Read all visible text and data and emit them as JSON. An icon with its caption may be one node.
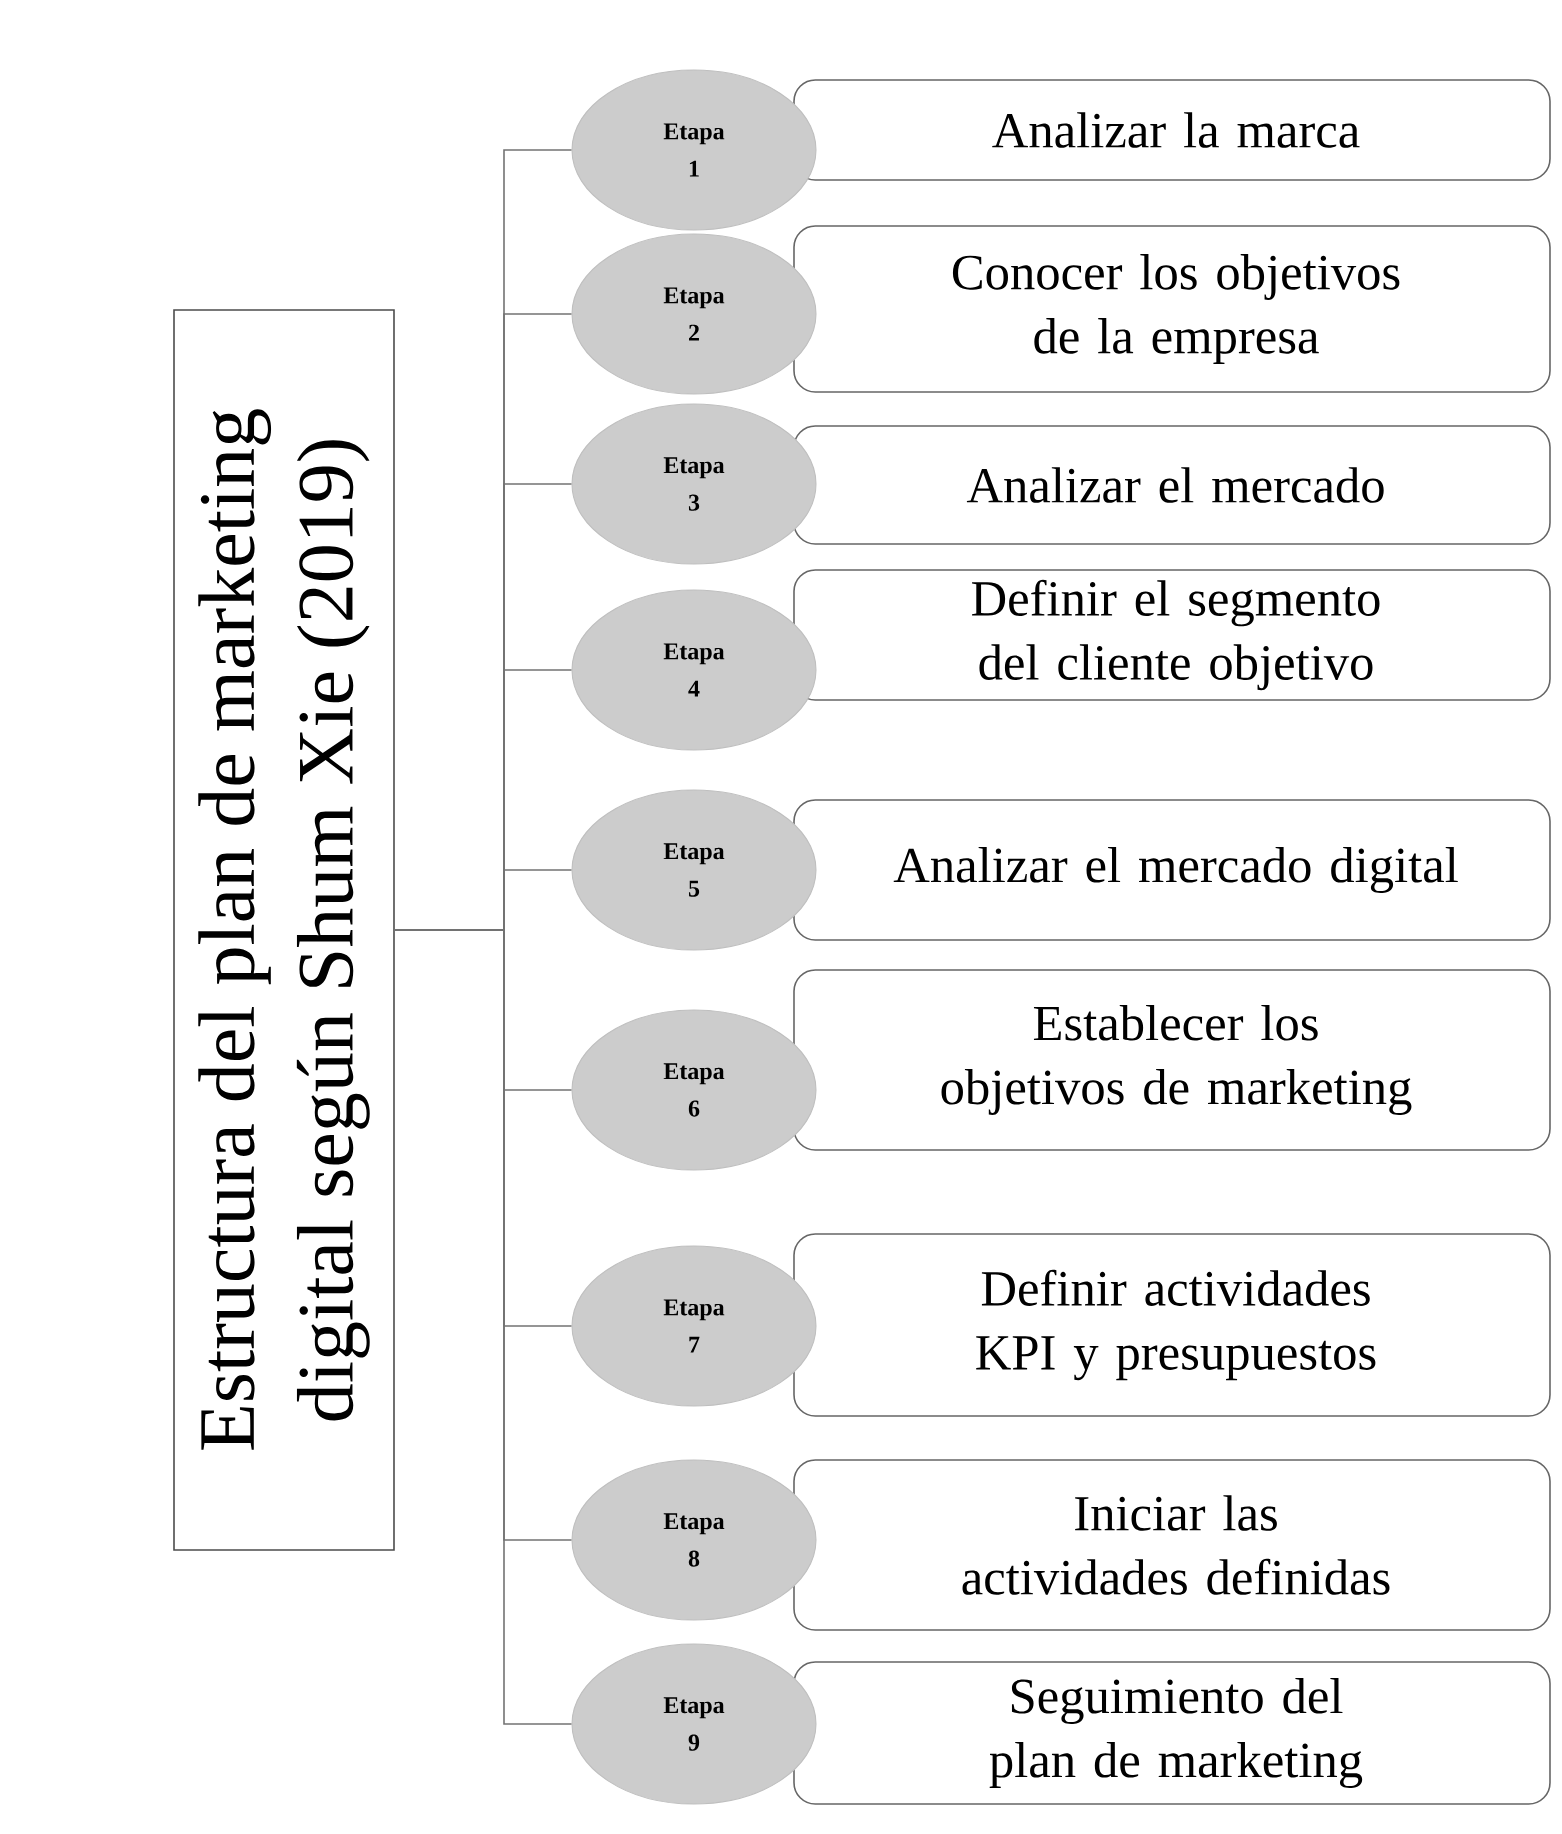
{
  "diagram": {
    "nodes": [
      {
        "text": [
          "Estructura del plan de marketing digital según Shum Xie (2019)"
        ]
      },
      {
        "text": [
          "Etapa 1"
        ]
      },
      {
        "text": [
          "Analizar la marca"
        ]
      },
      {
        "text": [
          "Etapa 2"
        ]
      },
      {
        "text": [
          "Conocer los objetivos de la empresa"
        ]
      },
      {
        "text": [
          "Etapa 3"
        ]
      },
      {
        "text": [
          "Analizar el mercado"
        ]
      },
      {
        "text": [
          "Etapa 4"
        ]
      },
      {
        "text": [
          "Definir el segmento del cliente objetivo"
        ]
      },
      {
        "text": [
          "Etapa 5"
        ]
      },
      {
        "text": [
          "Analizar el mercado digital"
        ]
      },
      {
        "text": [
          "Etapa 6"
        ]
      },
      {
        "text": [
          "Establecer los objetivos de marketing"
        ]
      },
      {
        "text": [
          "Etapa 7"
        ]
      },
      {
        "text": [
          "Definir actividades KPI y presupuestos"
        ]
      },
      {
        "text": [
          "Etapa 8"
        ]
      },
      {
        "text": [
          "Iniciar las actividades definidas"
        ]
      },
      {
        "text": [
          "Etapa 9"
        ]
      },
      {
        "text": [
          "Seguimiento del plan de marketing"
        ]
      }
    ],
    "edges": [
      {
        "from": 0,
        "to": 1,
        "arrow": "none"
      },
      {
        "from": 0,
        "to": 3,
        "arrow": "none"
      },
      {
        "from": 0,
        "to": 5,
        "arrow": "none"
      },
      {
        "from": 0,
        "to": 7,
        "arrow": "none"
      },
      {
        "from": 0,
        "to": 9,
        "arrow": "none"
      },
      {
        "from": 0,
        "to": 11,
        "arrow": "none"
      },
      {
        "from": 0,
        "to": 13,
        "arrow": "none"
      },
      {
        "from": 0,
        "to": 15,
        "arrow": "none"
      },
      {
        "from": 0,
        "to": 17,
        "arrow": "none"
      }
    ]
  }
}
